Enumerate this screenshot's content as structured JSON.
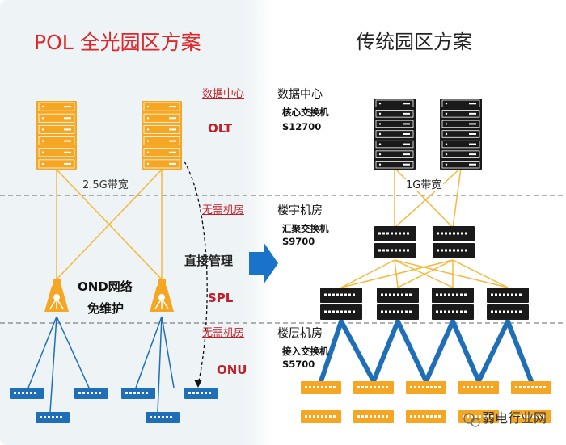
{
  "left": {
    "title": "POL 全光园区方案",
    "bandwidth": "2.5G带宽",
    "ond_line1": "OND网络",
    "ond_line2": "免维护"
  },
  "right": {
    "title": "传统园区方案",
    "core_zone": "数据中心",
    "core_device": "核心交换机",
    "core_model": "S12700",
    "bandwidth": "1G带宽",
    "agg_zone": "楼宇机房",
    "agg_device": "汇聚交换机",
    "agg_model": "S9700",
    "access_zone": "楼层机房",
    "access_device": "接入交换机",
    "access_model": "S5700"
  },
  "middle": {
    "datacenter": "数据中心",
    "olt": "OLT",
    "no_room_1": "无需机房",
    "direct_mgmt": "直接管理",
    "spl": "SPL",
    "no_room_2": "无需机房",
    "onu": "ONU"
  },
  "watermark": "弱电行业网",
  "colors": {
    "left_bg": "#eef3f5",
    "title_red": "#e0262a",
    "orange": "#f5a623",
    "blue": "#1f6fb8",
    "arrow_blue": "#1a72c9",
    "black_switch": "#1a1a1a"
  }
}
